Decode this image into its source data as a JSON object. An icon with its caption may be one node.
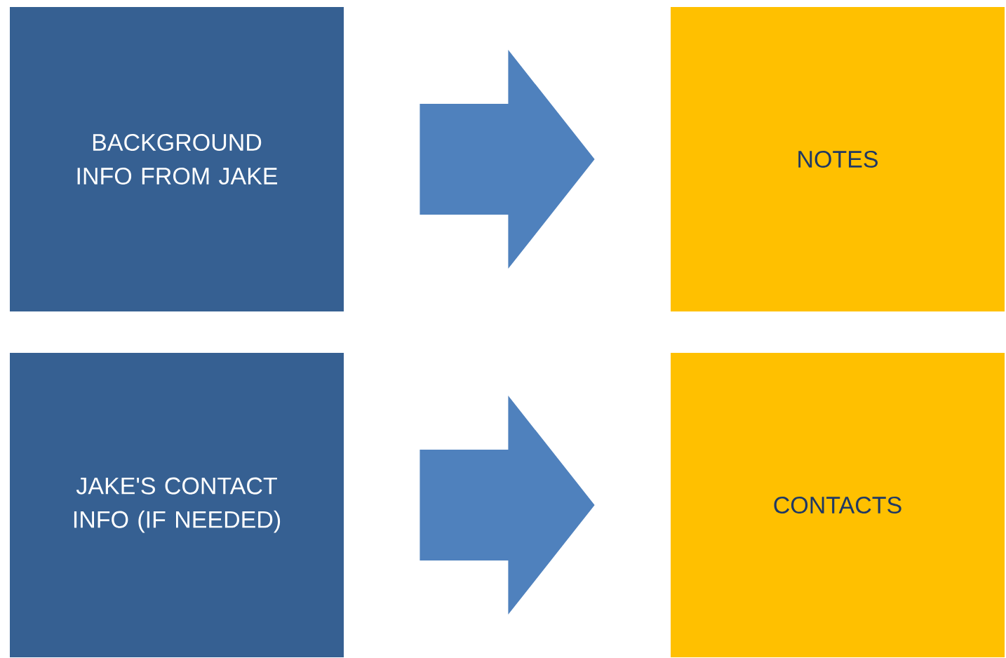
{
  "diagram": {
    "nodes": [
      {
        "text": [
          "BACKGROUND INFO FROM JAKE"
        ]
      },
      {
        "text": [
          "NOTES"
        ]
      },
      {
        "text": [
          "JAKE'S CONTACT INFO (IF NEEDED)"
        ]
      },
      {
        "text": [
          "CONTACTS"
        ]
      }
    ],
    "edges": [
      {
        "from": 0,
        "to": 1,
        "arrow": "to"
      },
      {
        "from": 2,
        "to": 3,
        "arrow": "to"
      }
    ]
  }
}
